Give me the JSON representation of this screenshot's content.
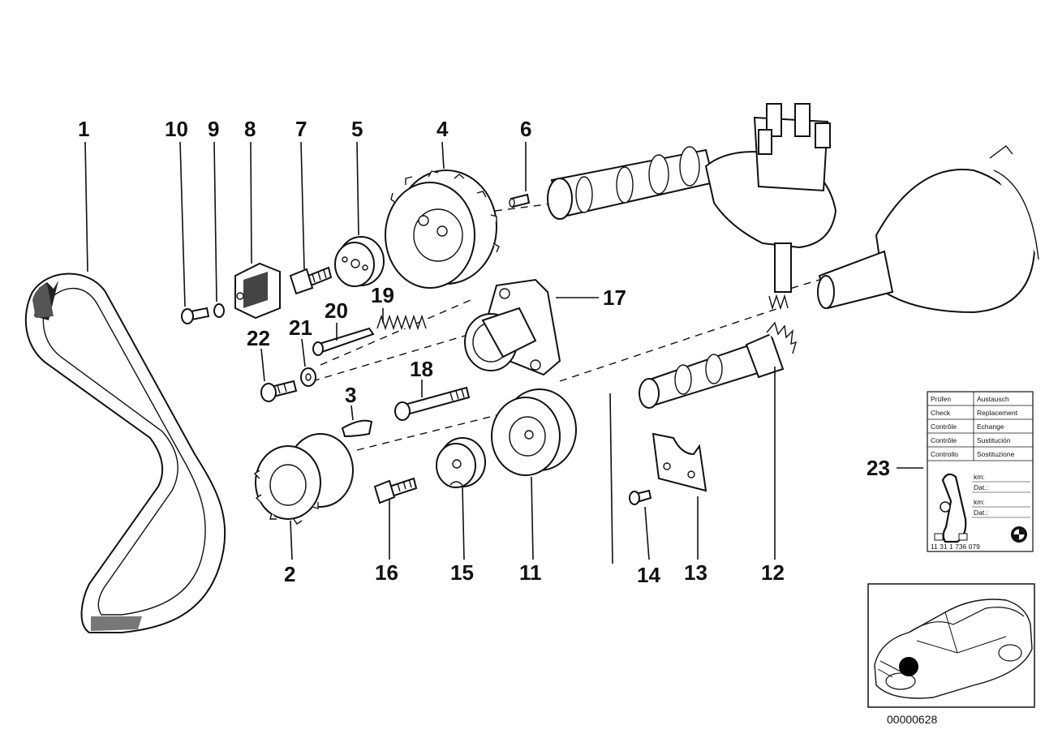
{
  "callouts": {
    "c1": "1",
    "c2": "2",
    "c3": "3",
    "c4": "4",
    "c5": "5",
    "c6": "6",
    "c7": "7",
    "c8": "8",
    "c9": "9",
    "c10": "10",
    "c11": "11",
    "c12": "12",
    "c13": "13",
    "c14": "14",
    "c15": "15",
    "c16": "16",
    "c17": "17",
    "c18": "18",
    "c19": "19",
    "c20": "20",
    "c21": "21",
    "c22": "22",
    "c23": "23"
  },
  "label_card": {
    "rows": [
      [
        "Prüfen",
        "Austausch"
      ],
      [
        "Check",
        "Replacement"
      ],
      [
        "Contrôle",
        "Echange"
      ],
      [
        "Contrôle",
        "Sustitución"
      ],
      [
        "Controllo",
        "Sostituzione"
      ]
    ],
    "km1": "km:",
    "dat1": "Dat.:",
    "km2": "km:",
    "dat2": "Dat.:",
    "part_number": "11 31 1 736 079"
  },
  "diagram_code": "00000628"
}
